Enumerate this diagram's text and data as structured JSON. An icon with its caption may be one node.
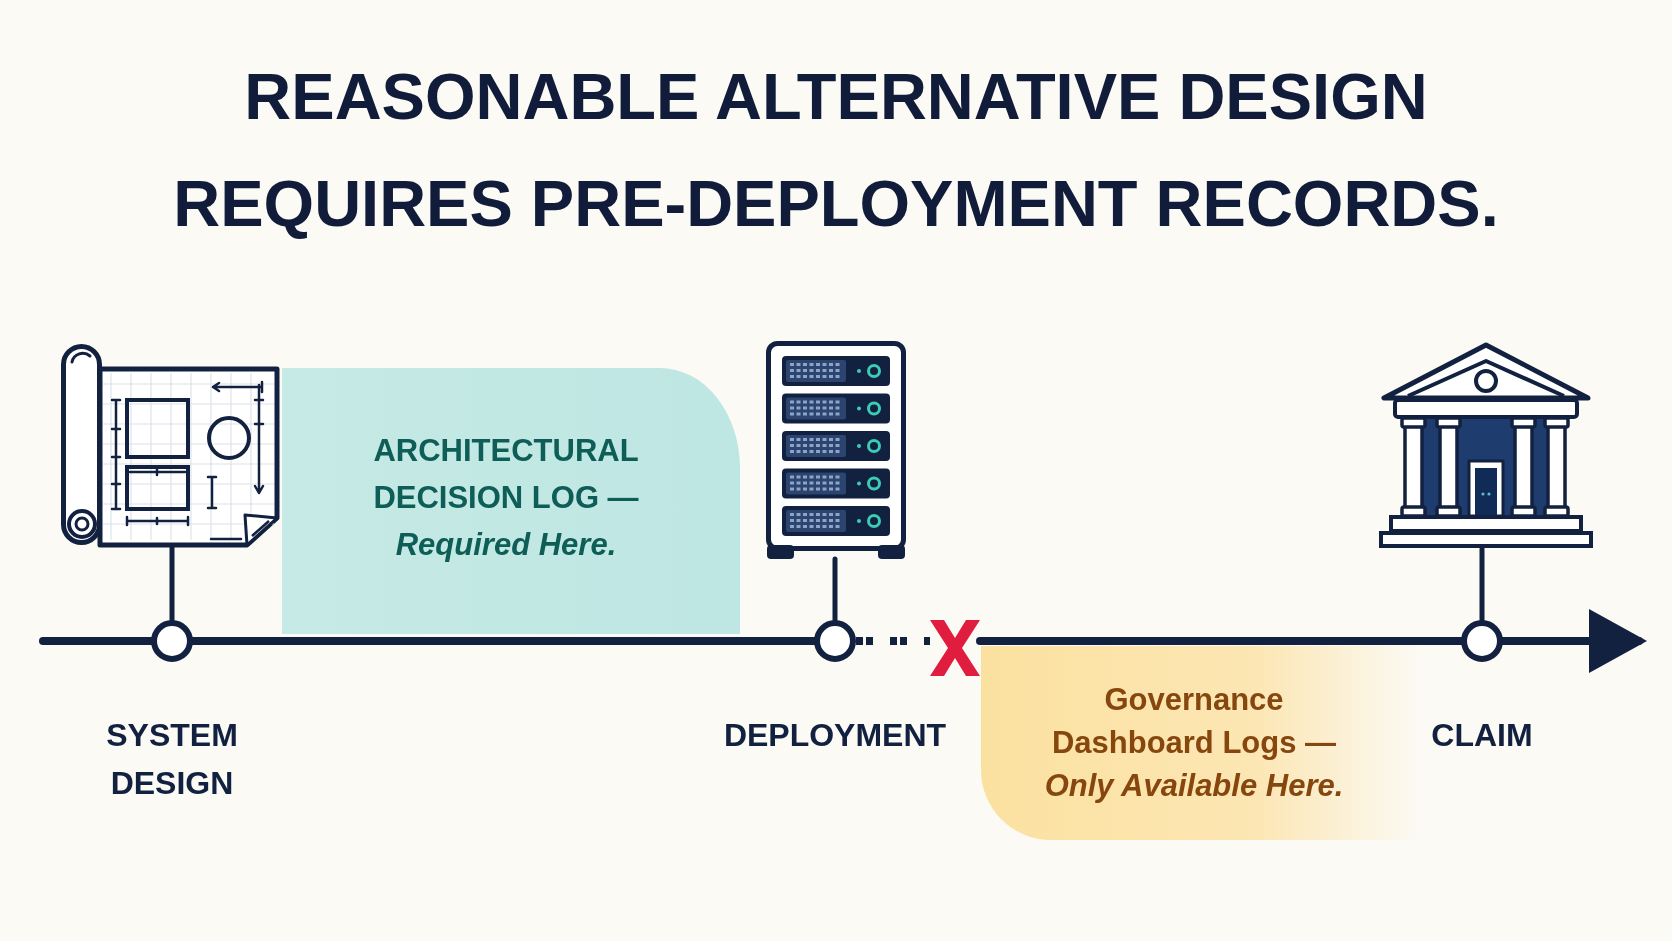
{
  "diagram": {
    "title": "REASONABLE ALTERNATIVE DESIGN REQUIRES PRE-DEPLOYMENT RECORDS.",
    "nodes": [
      {
        "text": [],
        "shape": "picture"
      },
      {
        "text": [
          "ARCHITECTURAL DECISION LOG — *Required Here.*"
        ]
      },
      {
        "text": [],
        "shape": "picture"
      },
      {
        "text": [],
        "shape": "picture"
      },
      {
        "text": [
          "SYSTEM DESIGN"
        ]
      },
      {
        "text": [
          "DEPLOYMENT"
        ]
      },
      {
        "text": [],
        "shape": "cross"
      },
      {
        "text": [
          "CLAIM"
        ]
      },
      {
        "text": [
          "Governance Dashboard Logs — *Only Available Here.*"
        ]
      }
    ],
    "edges": [
      {
        "from": 0,
        "to": 4,
        "arrow": "none"
      },
      {
        "from": 2,
        "to": 5,
        "arrow": "none"
      },
      {
        "from": 3,
        "to": 7,
        "arrow": "none"
      },
      {
        "from": null,
        "to": 4,
        "arrow": "none"
      },
      {
        "from": 4,
        "to": 5,
        "arrow": "none"
      },
      {
        "from": 5,
        "to": 6,
        "arrow": "none",
        "style": "dashed"
      },
      {
        "from": 6,
        "to": 7,
        "arrow": "none"
      },
      {
        "from": 7,
        "to": null,
        "arrow": "to"
      }
    ]
  }
}
